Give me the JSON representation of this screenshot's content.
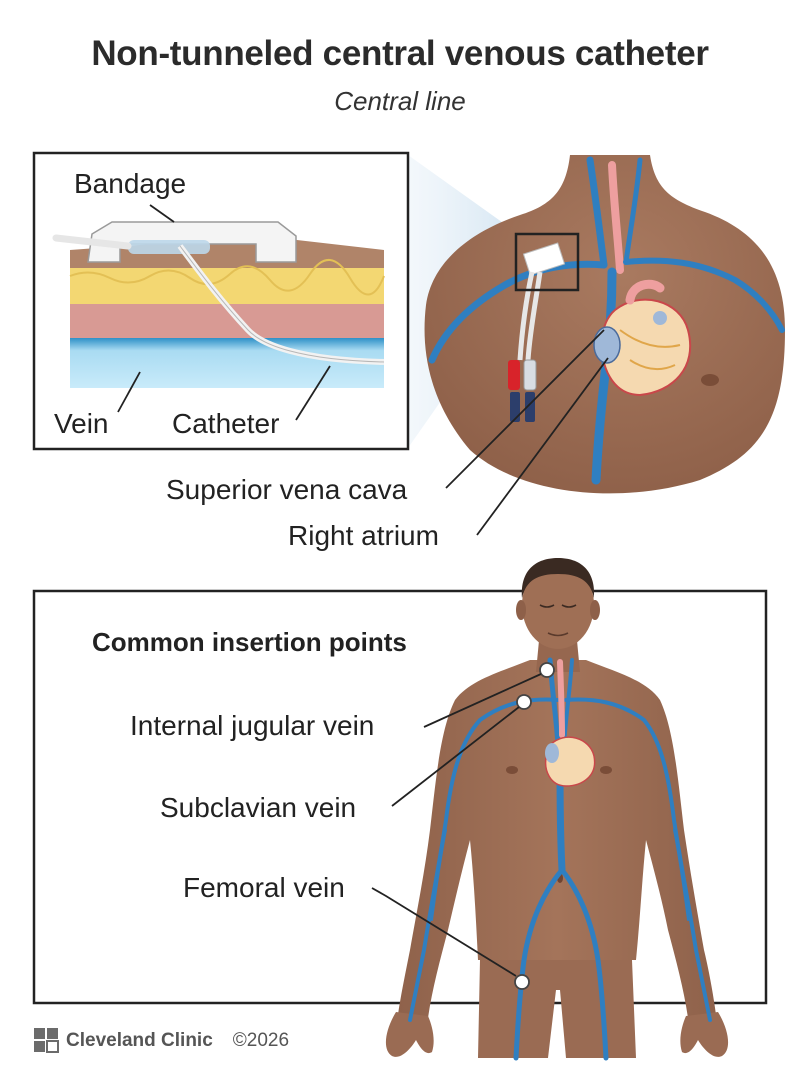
{
  "header": {
    "title": "Non-tunneled central venous catheter",
    "subtitle": "Central line"
  },
  "inset": {
    "labels": {
      "bandage": "Bandage",
      "vein": "Vein",
      "catheter": "Catheter"
    }
  },
  "chest": {
    "labels": {
      "superior_vena_cava": "Superior vena cava",
      "right_atrium": "Right atrium"
    }
  },
  "insertion": {
    "heading": "Common insertion points",
    "labels": {
      "internal_jugular": "Internal jugular vein",
      "subclavian": "Subclavian vein",
      "femoral": "Femoral vein"
    }
  },
  "footer": {
    "brand": "Cleveland Clinic",
    "copyright": "©2026"
  },
  "colors": {
    "skin": "#9a6b53",
    "vein": "#2f7fc1",
    "artery": "#f0a3a3",
    "fat": "#f3d772",
    "muscle": "#d89595",
    "vein_layer": "#9cd3ee"
  }
}
